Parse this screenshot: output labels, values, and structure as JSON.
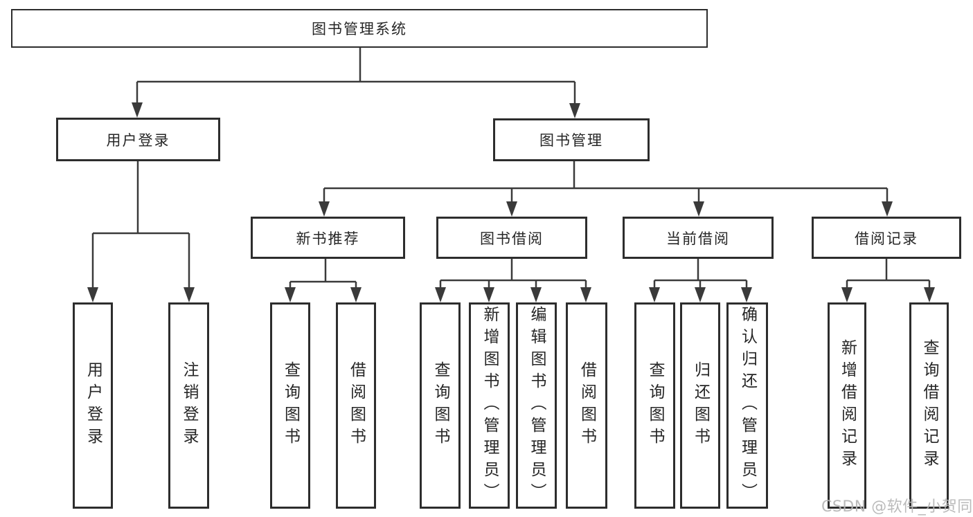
{
  "diagram": {
    "root": {
      "id": "library-management-system",
      "label": "图书管理系统"
    },
    "level1": [
      {
        "id": "user-login",
        "label": "用户登录"
      },
      {
        "id": "book-management",
        "label": "图书管理"
      }
    ],
    "level2": [
      {
        "id": "new-book-recommend",
        "label": "新书推荐"
      },
      {
        "id": "book-borrowing",
        "label": "图书借阅"
      },
      {
        "id": "current-borrowing",
        "label": "当前借阅"
      },
      {
        "id": "borrowing-records",
        "label": "借阅记录"
      }
    ],
    "leaves": [
      {
        "id": "user-login-leaf",
        "parent": "user-login",
        "label": "用户登录"
      },
      {
        "id": "logout",
        "parent": "user-login",
        "label": "注销登录"
      },
      {
        "id": "query-books-recommend",
        "parent": "new-book-recommend",
        "label": "查询图书"
      },
      {
        "id": "borrow-books-recommend",
        "parent": "new-book-recommend",
        "label": "借阅图书"
      },
      {
        "id": "query-books-borrowing",
        "parent": "book-borrowing",
        "label": "查询图书"
      },
      {
        "id": "add-books-admin",
        "parent": "book-borrowing",
        "label": "新增图书（管理员）"
      },
      {
        "id": "edit-books-admin",
        "parent": "book-borrowing",
        "label": "编辑图书（管理员）"
      },
      {
        "id": "borrow-books",
        "parent": "book-borrowing",
        "label": "借阅图书"
      },
      {
        "id": "query-books-current",
        "parent": "current-borrowing",
        "label": "查询图书"
      },
      {
        "id": "return-books",
        "parent": "current-borrowing",
        "label": "归还图书"
      },
      {
        "id": "confirm-return-admin",
        "parent": "current-borrowing",
        "label": "确认归还（管理员）"
      },
      {
        "id": "add-borrow-record",
        "parent": "borrowing-records",
        "label": "新增借阅记录"
      },
      {
        "id": "query-borrow-record",
        "parent": "borrowing-records",
        "label": "查询借阅记录"
      }
    ]
  },
  "watermark": {
    "text": "CSDN @软件_小贺同学"
  },
  "colors": {
    "background": "#ffffff",
    "box_border": "#2d2d2d",
    "connector_line": "#3a3a3a",
    "text": "#262626",
    "watermark": "#b5b5b5"
  }
}
